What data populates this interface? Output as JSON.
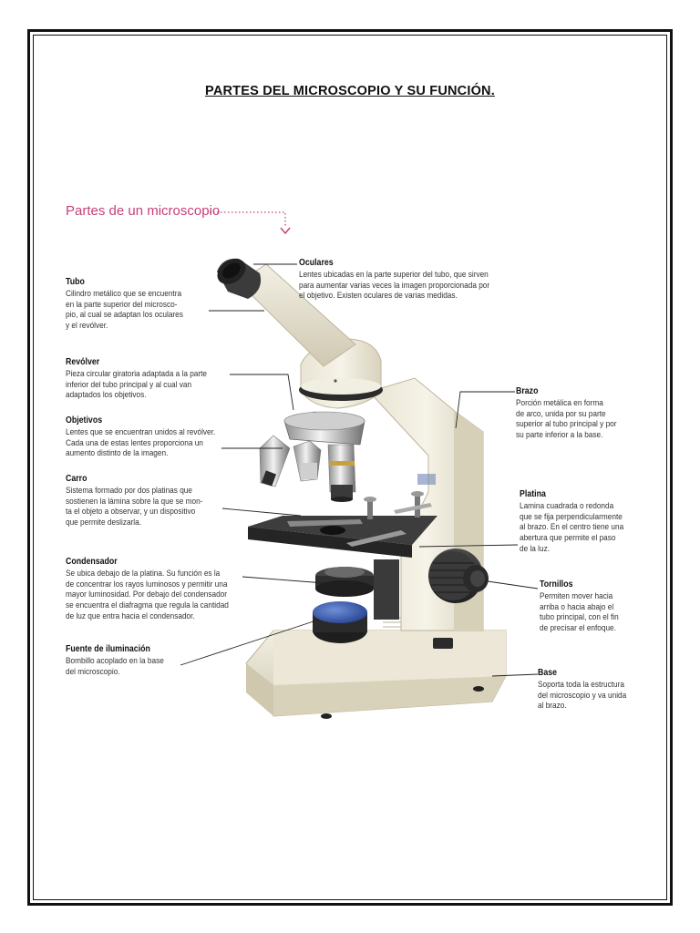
{
  "document": {
    "title": "PARTES DEL MICROSCOPIO Y SU FUNCIÓN."
  },
  "diagram": {
    "subtitle": "Partes de un microscopio",
    "parts": {
      "oculares": {
        "name": "Oculares",
        "description": "Lentes ubicadas en la parte superior del tubo, que sirven\npara aumentar varias veces la imagen proporcionada por\nel objetivo. Existen oculares de varias medidas."
      },
      "tubo": {
        "name": "Tubo",
        "description": "Cilindro metálico que se encuentra\nen la parte superior del microsco-\npio, al cual se adaptan los oculares\ny el revólver."
      },
      "revolver": {
        "name": "Revólver",
        "description": "Pieza circular giratoria adaptada a la parte\ninferior del tubo principal y al cual van\nadaptados los objetivos."
      },
      "objetivos": {
        "name": "Objetivos",
        "description": "Lentes que se encuentran unidos al revólver.\nCada una de estas lentes proporciona un\naumento distinto de la imagen."
      },
      "carro": {
        "name": "Carro",
        "description": "Sistema formado por dos platinas que\nsostienen la lámina sobre la que se mon-\nta el objeto a observar, y un dispositivo\nque permite deslizarla."
      },
      "condensador": {
        "name": "Condensador",
        "description": "Se ubica debajo de la platina. Su función es la\nde concentrar los rayos luminosos y permitir una\nmayor luminosidad. Por debajo del condensador\nse encuentra el diafragma que regula la cantidad\nde luz que entra hacia el condensador."
      },
      "fuente": {
        "name": "Fuente de iluminación",
        "description": "Bombillo acoplado en la base\ndel microscopio."
      },
      "brazo": {
        "name": "Brazo",
        "description": "Porción metálica en forma\nde arco, unida por su parte\nsuperior al tubo principal y por\nsu parte inferior a la base."
      },
      "platina": {
        "name": "Platina",
        "description": "Lamina cuadrada o redonda\nque se fija perpendicularmente\nal brazo. En el centro tiene una\nabertura que permite el paso\nde la luz."
      },
      "tornillos": {
        "name": "Tornillos",
        "description": "Permiten mover hacia\narriba o hacia abajo el\ntubo principal, con el fin\nde precisar el enfoque."
      },
      "base": {
        "name": "Base",
        "description": "Soporta toda la estructura\ndel microscopio y va unida\nal brazo."
      }
    }
  }
}
